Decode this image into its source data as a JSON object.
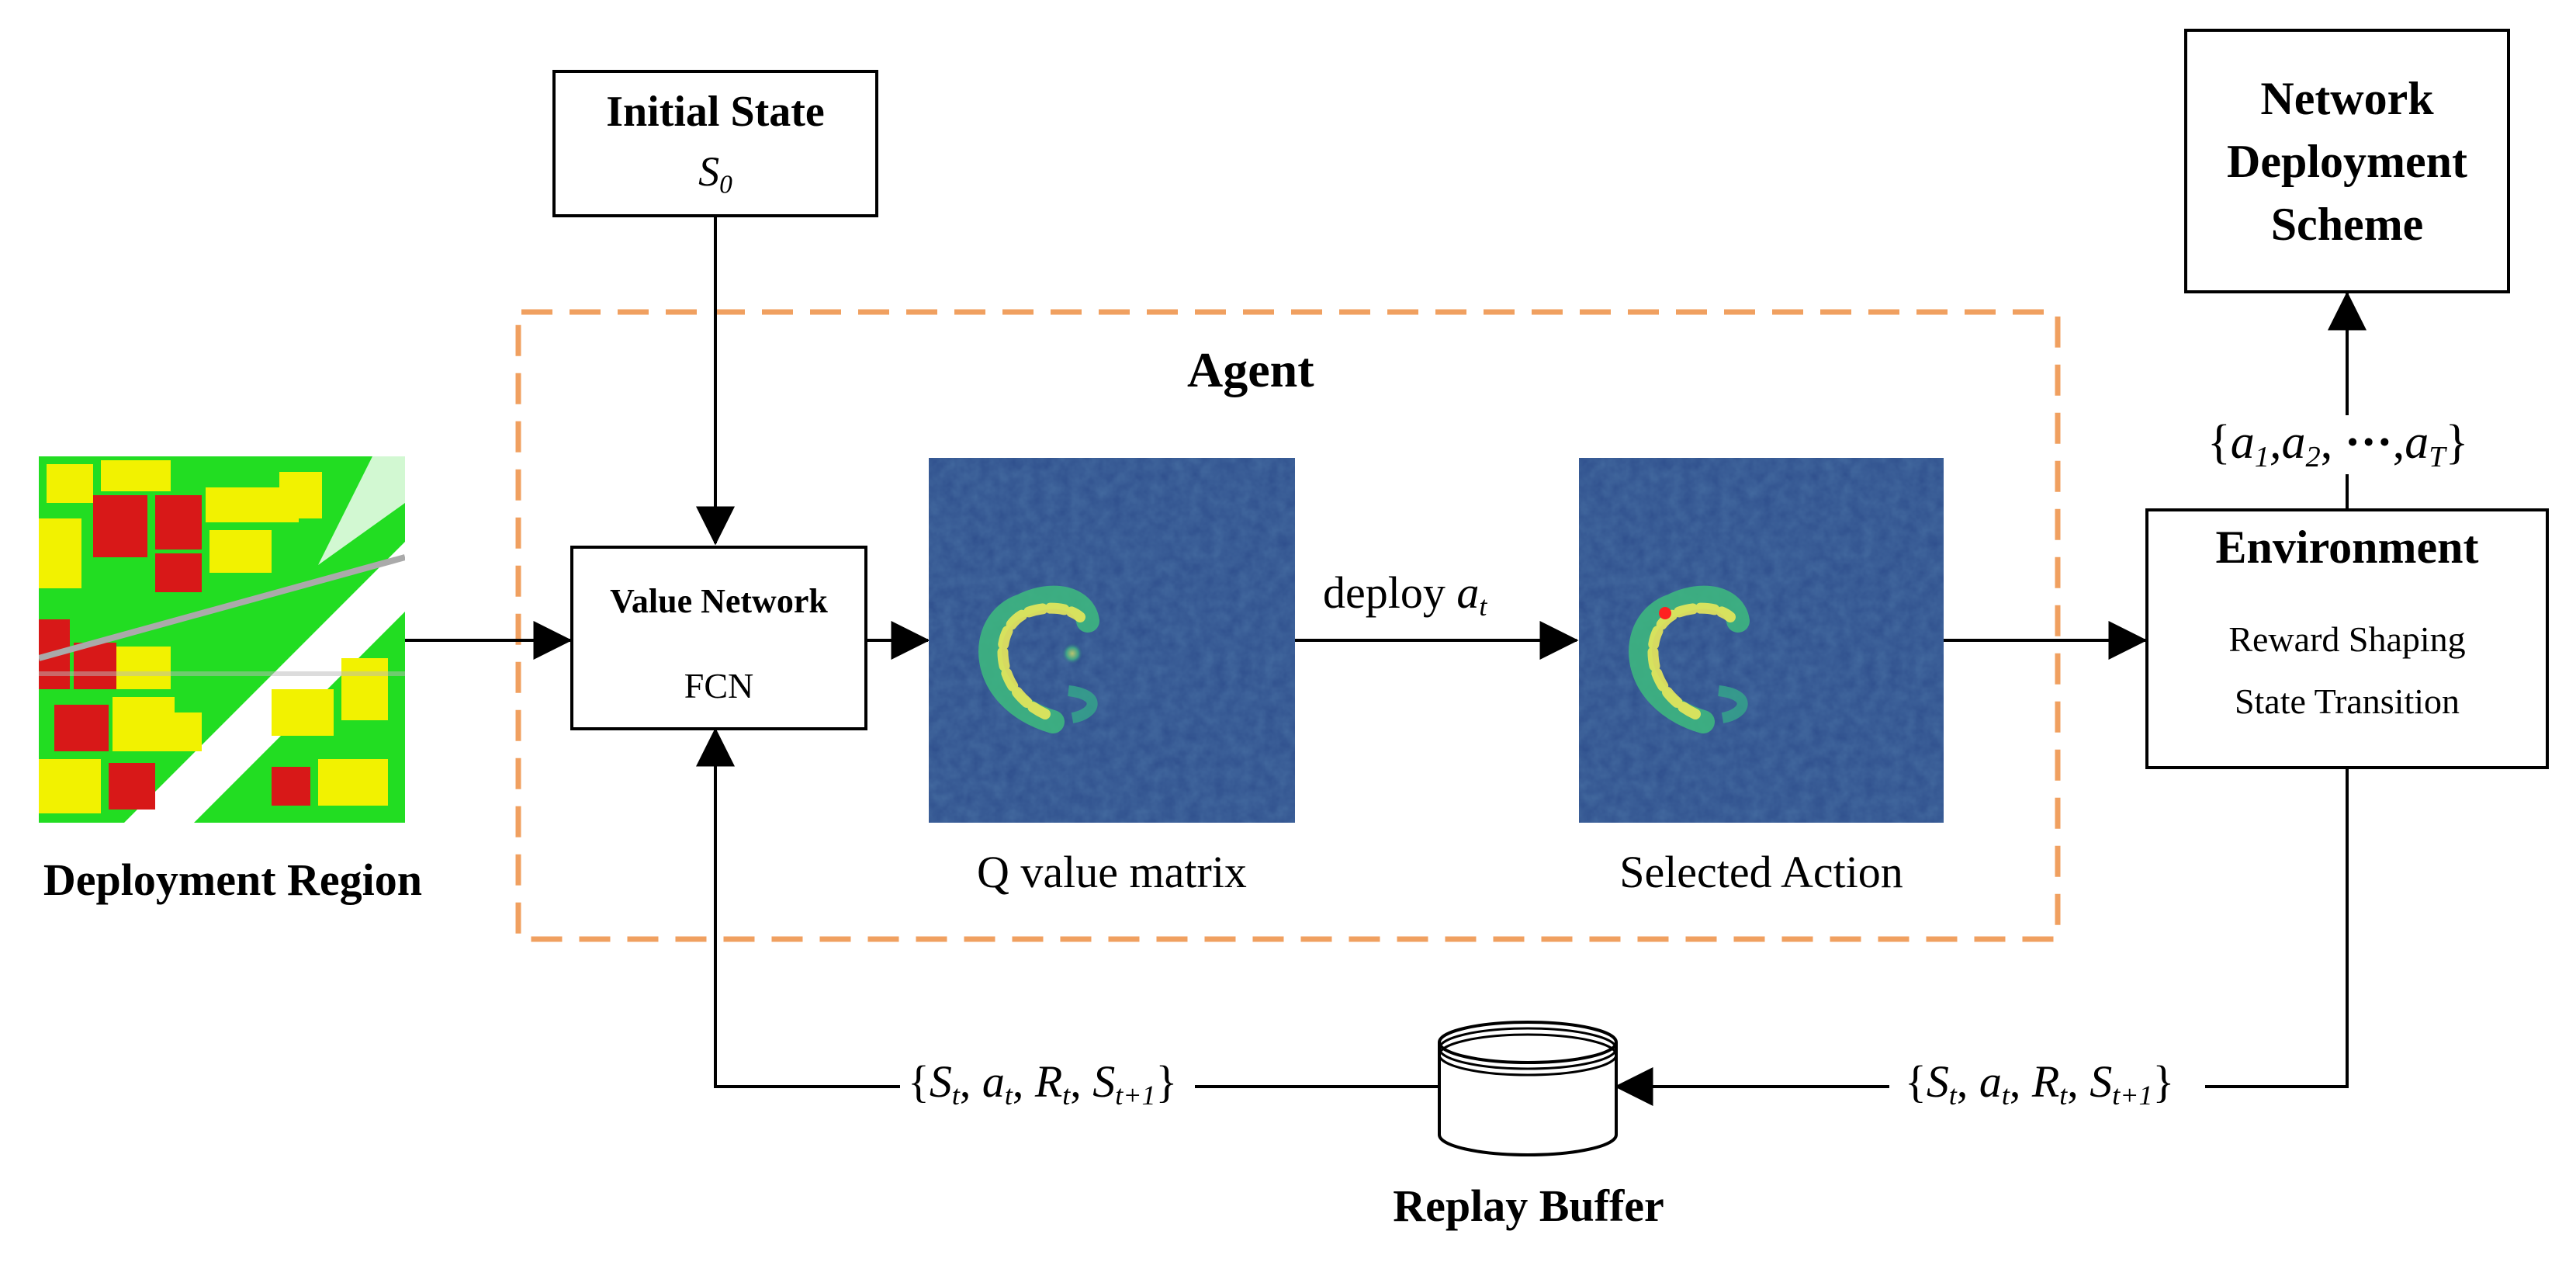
{
  "agent": {
    "title": "Agent"
  },
  "initial_state": {
    "title": "Initial State",
    "symbol": "S",
    "symbol_sub": "0"
  },
  "value_network": {
    "title": "Value Network",
    "subtitle": "FCN"
  },
  "q_matrix": {
    "caption": "Q value matrix"
  },
  "deploy": {
    "word": "deploy",
    "symbol": "a",
    "symbol_sub": "t"
  },
  "selected_action": {
    "caption": "Selected Action"
  },
  "deployment_region": {
    "caption": "Deployment Region"
  },
  "environment": {
    "title": "Environment",
    "line1": "Reward Shaping",
    "line2": "State Transition"
  },
  "scheme": {
    "line1": "Network",
    "line2": "Deployment",
    "line3": "Scheme"
  },
  "action_seq": {
    "open": "{",
    "a1": "a",
    "a1_sub": "1",
    "sep1": ",",
    "a2": "a",
    "a2_sub": "2",
    "sep2": ", ",
    "dots": "···",
    "sep3": ",",
    "aT": "a",
    "aT_sub": "T",
    "close": "}"
  },
  "transition": {
    "open": "{",
    "s": "S",
    "s_sub": "t",
    "a": "a",
    "a_sub": "t",
    "r": "R",
    "r_sub": "t",
    "s1": "S",
    "s1_sub": "t+1",
    "comma": ", ",
    "close": "}"
  },
  "replay_buffer": {
    "caption": "Replay Buffer"
  },
  "colors": {
    "agent_border": "#F0A060",
    "heat_bg": "#2E4E8C",
    "heat_hot": "#E8E85A",
    "heat_mid": "#39B87A",
    "selected_dot": "#FF2020",
    "map_green": "#22DD22",
    "map_yellow": "#F2F200",
    "map_red": "#D81818"
  }
}
